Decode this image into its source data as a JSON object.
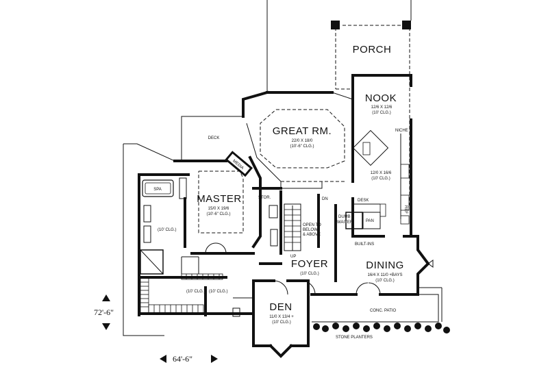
{
  "rooms": {
    "porch": {
      "name": "PORCH"
    },
    "nook": {
      "name": "NOOK",
      "size": "12/6 X 12/6",
      "ceiling": "(10' CLG.)"
    },
    "great_room": {
      "name": "GREAT RM.",
      "size": "22/0 X 18/0",
      "ceiling": "(10'-6\" CLG.)"
    },
    "kitchen": {
      "size": "12/0 X 16/6",
      "ceiling": "(10' CLG.)"
    },
    "master": {
      "name": "MASTER",
      "size": "15/0 X 19/6",
      "ceiling": "(10'-6\" CLG.)"
    },
    "foyer": {
      "name": "FOYER",
      "ceiling": "(10' CLG.)"
    },
    "dining": {
      "name": "DINING",
      "size": "16/4 X 11/0 +BAYS",
      "ceiling": "(10' CLG.)"
    },
    "den": {
      "name": "DEN",
      "size": "11/0 X 13/4 +",
      "ceiling": "(10' CLG.)"
    }
  },
  "labels": {
    "deck": "DECK",
    "media": "MEDIA",
    "spa": "SPA",
    "stor": "STOR.",
    "dn": "DN",
    "up": "UP",
    "open_below_1": "OPEN TO",
    "open_below_2": "BELOW",
    "open_below_3": "& ABOVE",
    "desk": "DESK",
    "pan": "PAN",
    "dumb_waiter_1": "DUMB",
    "dumb_waiter_2": "WAITER",
    "built_ins": "BUILT-INS",
    "niche": "NICHE",
    "ref": "REF",
    "conc_patio": "CONC. PATIO",
    "stone_planters": "STONE PLANTERS",
    "bath_clg": "(10' CLG.)",
    "closet_clg_1": "(10' CLG.)",
    "closet_clg_2": "(10' CLG.)"
  },
  "dimensions": {
    "depth": "72'-6\"",
    "width": "64'-6\""
  }
}
